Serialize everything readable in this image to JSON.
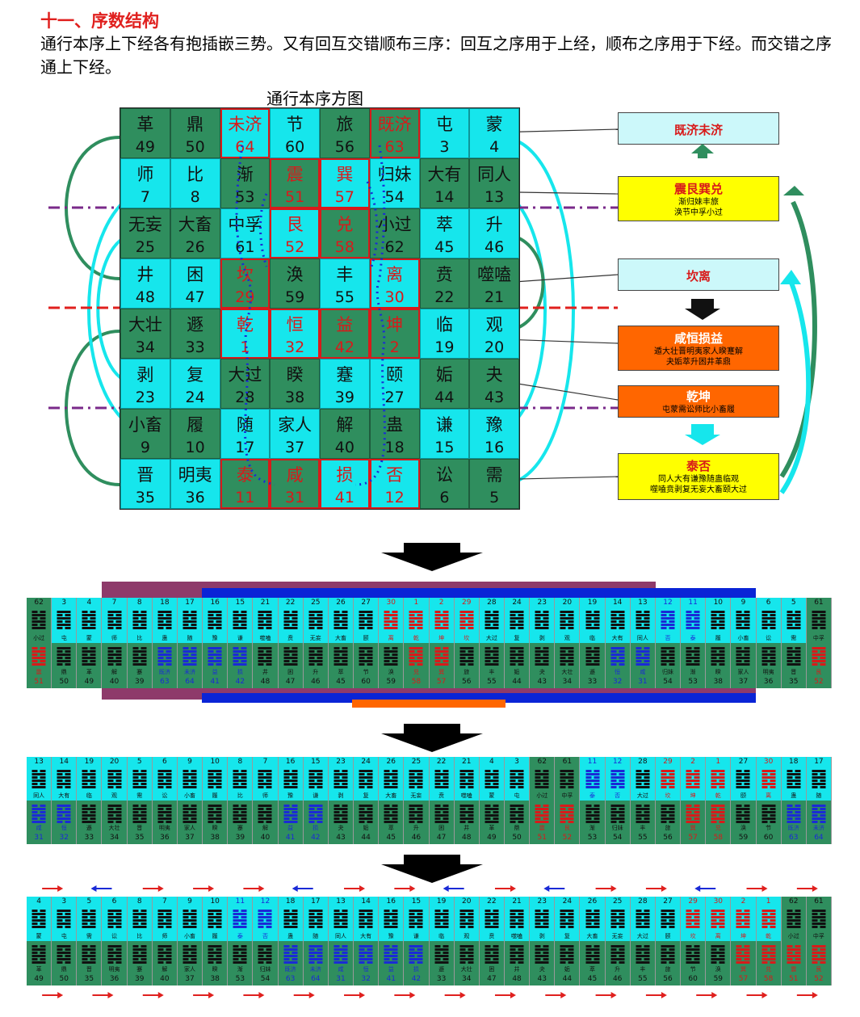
{
  "section_title": "十一、序数结构",
  "intro_text": "通行本序上下经各有抱插嵌三势。又有回互交错顺布三序：回互之序用于上经，顺布之序用于下经。而交错之序通上下经。",
  "figure_title": "通行本序方图",
  "grid": [
    [
      {
        "n": "革",
        "v": "49",
        "bg": "g",
        "col": "blk"
      },
      {
        "n": "鼎",
        "v": "50",
        "bg": "g",
        "col": "blk"
      },
      {
        "n": "未济",
        "v": "64",
        "bg": "c",
        "col": "red",
        "hl": true
      },
      {
        "n": "节",
        "v": "60",
        "bg": "c",
        "col": "blk"
      },
      {
        "n": "旅",
        "v": "56",
        "bg": "g",
        "col": "blk"
      },
      {
        "n": "既济",
        "v": "63",
        "bg": "g",
        "col": "red",
        "hl": true
      },
      {
        "n": "屯",
        "v": "3",
        "bg": "c",
        "col": "blk"
      },
      {
        "n": "蒙",
        "v": "4",
        "bg": "c",
        "col": "blk"
      }
    ],
    [
      {
        "n": "师",
        "v": "7",
        "bg": "c",
        "col": "blk"
      },
      {
        "n": "比",
        "v": "8",
        "bg": "c",
        "col": "blk"
      },
      {
        "n": "渐",
        "v": "53",
        "bg": "g",
        "col": "blk"
      },
      {
        "n": "震",
        "v": "51",
        "bg": "g",
        "col": "red",
        "hl": true
      },
      {
        "n": "巽",
        "v": "57",
        "bg": "c",
        "col": "red",
        "hl": true
      },
      {
        "n": "归妹",
        "v": "54",
        "bg": "c",
        "col": "blk"
      },
      {
        "n": "大有",
        "v": "14",
        "bg": "g",
        "col": "blk"
      },
      {
        "n": "同人",
        "v": "13",
        "bg": "g",
        "col": "blk"
      }
    ],
    [
      {
        "n": "无妄",
        "v": "25",
        "bg": "g",
        "col": "blk"
      },
      {
        "n": "大畜",
        "v": "26",
        "bg": "g",
        "col": "blk"
      },
      {
        "n": "中孚",
        "v": "61",
        "bg": "c",
        "col": "blk"
      },
      {
        "n": "艮",
        "v": "52",
        "bg": "c",
        "col": "red",
        "hl": true
      },
      {
        "n": "兑",
        "v": "58",
        "bg": "g",
        "col": "red",
        "hl": true
      },
      {
        "n": "小过",
        "v": "62",
        "bg": "g",
        "col": "blk"
      },
      {
        "n": "萃",
        "v": "45",
        "bg": "c",
        "col": "blk"
      },
      {
        "n": "升",
        "v": "46",
        "bg": "c",
        "col": "blk"
      }
    ],
    [
      {
        "n": "井",
        "v": "48",
        "bg": "c",
        "col": "blk"
      },
      {
        "n": "困",
        "v": "47",
        "bg": "c",
        "col": "blk"
      },
      {
        "n": "坎",
        "v": "29",
        "bg": "g",
        "col": "red",
        "hl": true
      },
      {
        "n": "涣",
        "v": "59",
        "bg": "g",
        "col": "blk"
      },
      {
        "n": "丰",
        "v": "55",
        "bg": "c",
        "col": "blk"
      },
      {
        "n": "离",
        "v": "30",
        "bg": "c",
        "col": "red",
        "hl": true
      },
      {
        "n": "贲",
        "v": "22",
        "bg": "g",
        "col": "blk"
      },
      {
        "n": "噬嗑",
        "v": "21",
        "bg": "g",
        "col": "blk"
      }
    ],
    [
      {
        "n": "大壮",
        "v": "34",
        "bg": "g",
        "col": "blk"
      },
      {
        "n": "遯",
        "v": "33",
        "bg": "g",
        "col": "blk"
      },
      {
        "n": "乾",
        "v": "1",
        "bg": "c",
        "col": "red",
        "hl": true
      },
      {
        "n": "恒",
        "v": "32",
        "bg": "c",
        "col": "red",
        "hl": true
      },
      {
        "n": "益",
        "v": "42",
        "bg": "g",
        "col": "red",
        "hl": true
      },
      {
        "n": "坤",
        "v": "2",
        "bg": "g",
        "col": "red",
        "hl": true
      },
      {
        "n": "临",
        "v": "19",
        "bg": "c",
        "col": "blk"
      },
      {
        "n": "观",
        "v": "20",
        "bg": "c",
        "col": "blk"
      }
    ],
    [
      {
        "n": "剥",
        "v": "23",
        "bg": "c",
        "col": "blk"
      },
      {
        "n": "复",
        "v": "24",
        "bg": "c",
        "col": "blk"
      },
      {
        "n": "大过",
        "v": "28",
        "bg": "g",
        "col": "blk"
      },
      {
        "n": "睽",
        "v": "38",
        "bg": "g",
        "col": "blk"
      },
      {
        "n": "蹇",
        "v": "39",
        "bg": "c",
        "col": "blk"
      },
      {
        "n": "颐",
        "v": "27",
        "bg": "c",
        "col": "blk"
      },
      {
        "n": "姤",
        "v": "44",
        "bg": "g",
        "col": "blk"
      },
      {
        "n": "夬",
        "v": "43",
        "bg": "g",
        "col": "blk"
      }
    ],
    [
      {
        "n": "小畜",
        "v": "9",
        "bg": "g",
        "col": "blk"
      },
      {
        "n": "履",
        "v": "10",
        "bg": "g",
        "col": "blk"
      },
      {
        "n": "随",
        "v": "17",
        "bg": "c",
        "col": "blk"
      },
      {
        "n": "家人",
        "v": "37",
        "bg": "c",
        "col": "blk"
      },
      {
        "n": "解",
        "v": "40",
        "bg": "g",
        "col": "blk"
      },
      {
        "n": "蛊",
        "v": "18",
        "bg": "g",
        "col": "blk"
      },
      {
        "n": "谦",
        "v": "15",
        "bg": "c",
        "col": "blk"
      },
      {
        "n": "豫",
        "v": "16",
        "bg": "c",
        "col": "blk"
      }
    ],
    [
      {
        "n": "晋",
        "v": "35",
        "bg": "c",
        "col": "blk"
      },
      {
        "n": "明夷",
        "v": "36",
        "bg": "c",
        "col": "blk"
      },
      {
        "n": "泰",
        "v": "11",
        "bg": "g",
        "col": "red",
        "hl": true
      },
      {
        "n": "咸",
        "v": "31",
        "bg": "g",
        "col": "red",
        "hl": true
      },
      {
        "n": "损",
        "v": "41",
        "bg": "c",
        "col": "red",
        "hl": true
      },
      {
        "n": "否",
        "v": "12",
        "bg": "c",
        "col": "red",
        "hl": true
      },
      {
        "n": "讼",
        "v": "6",
        "bg": "g",
        "col": "blk"
      },
      {
        "n": "需",
        "v": "5",
        "bg": "g",
        "col": "blk"
      }
    ]
  ],
  "side_boxes": [
    {
      "title": "既济未济",
      "sub": []
    },
    {
      "title": "震艮巽兑",
      "sub": [
        "渐归妹丰旅",
        "涣节中孚小过"
      ]
    },
    {
      "title": "坎离",
      "sub": []
    },
    {
      "title": "咸恒损益",
      "sub": [
        "遁大壮晋明夷家人睽蹇解",
        "夬姤萃升困井革鼎"
      ]
    },
    {
      "title": "乾坤",
      "sub": [
        "屯蒙需讼师比小畜履"
      ]
    },
    {
      "title": "泰否",
      "sub": [
        "同人大有谦豫随蛊临观",
        "噬嗑贲剥复无妄大畜颐大过"
      ]
    }
  ],
  "colors": {
    "green": "#2f8e5e",
    "cyan": "#16e6ec",
    "red": "#d81a1a",
    "yellow": "#ffff00",
    "orange": "#ff6600",
    "lightcyan": "#ccf8fa",
    "purple": "#7a2a8a",
    "blue": "#0a24d6"
  },
  "strip1_top_nums": [
    "62",
    "3",
    "4",
    "7",
    "8",
    "18",
    "17",
    "16",
    "15",
    "21",
    "22",
    "25",
    "26",
    "27",
    "30",
    "1",
    "2",
    "29",
    "28",
    "24",
    "23",
    "20",
    "19",
    "14",
    "13",
    "12",
    "11",
    "10",
    "9",
    "6",
    "5",
    "61"
  ],
  "strip1_top_names": [
    "小过",
    "屯",
    "蒙",
    "师",
    "比",
    "蛊",
    "随",
    "豫",
    "谦",
    "噬嗑",
    "贲",
    "无妄",
    "大畜",
    "颐",
    "离",
    "乾",
    "坤",
    "坎",
    "大过",
    "复",
    "剥",
    "观",
    "临",
    "大有",
    "同人",
    "否",
    "泰",
    "履",
    "小畜",
    "讼",
    "需",
    "中孚"
  ],
  "strip1_bot_names": [
    "震",
    "鼎",
    "革",
    "解",
    "蹇",
    "既济",
    "未济",
    "益",
    "损",
    "井",
    "困",
    "升",
    "萃",
    "节",
    "涣",
    "兑",
    "巽",
    "旅",
    "丰",
    "姤",
    "夬",
    "大壮",
    "遯",
    "恒",
    "咸",
    "归妹",
    "渐",
    "睽",
    "家人",
    "明夷",
    "晋",
    "艮"
  ],
  "strip1_bot_nums": [
    "51",
    "50",
    "49",
    "40",
    "39",
    "63",
    "64",
    "41",
    "42",
    "48",
    "47",
    "46",
    "45",
    "60",
    "59",
    "58",
    "57",
    "56",
    "55",
    "44",
    "43",
    "34",
    "33",
    "32",
    "31",
    "54",
    "53",
    "38",
    "37",
    "36",
    "35",
    "52"
  ],
  "strip2_top_nums": [
    "13",
    "14",
    "19",
    "20",
    "5",
    "6",
    "9",
    "10",
    "8",
    "7",
    "16",
    "15",
    "23",
    "24",
    "26",
    "25",
    "22",
    "21",
    "4",
    "3",
    "62",
    "61",
    "11",
    "12",
    "28",
    "29",
    "2",
    "1",
    "27",
    "30",
    "18",
    "17"
  ],
  "strip2_top_names": [
    "同人",
    "大有",
    "临",
    "观",
    "需",
    "讼",
    "小畜",
    "履",
    "比",
    "师",
    "豫",
    "谦",
    "剥",
    "复",
    "大畜",
    "无妄",
    "贲",
    "噬嗑",
    "蒙",
    "屯",
    "小过",
    "中孚",
    "泰",
    "否",
    "大过",
    "坎",
    "坤",
    "乾",
    "颐",
    "离",
    "蛊",
    "随"
  ],
  "strip2_bot_names": [
    "咸",
    "恒",
    "遯",
    "大壮",
    "晋",
    "明夷",
    "家人",
    "睽",
    "蹇",
    "解",
    "益",
    "损",
    "夬",
    "姤",
    "萃",
    "升",
    "困",
    "井",
    "革",
    "鼎",
    "震",
    "艮",
    "渐",
    "归妹",
    "丰",
    "旅",
    "巽",
    "兑",
    "涣",
    "节",
    "既济",
    "未济"
  ],
  "strip2_bot_nums": [
    "31",
    "32",
    "33",
    "34",
    "35",
    "36",
    "37",
    "38",
    "39",
    "40",
    "41",
    "42",
    "43",
    "44",
    "45",
    "46",
    "47",
    "48",
    "49",
    "50",
    "51",
    "52",
    "53",
    "54",
    "55",
    "56",
    "57",
    "58",
    "59",
    "60",
    "63",
    "64"
  ],
  "strip3_top_nums": [
    "4",
    "3",
    "5",
    "6",
    "8",
    "7",
    "9",
    "10",
    "11",
    "12",
    "18",
    "17",
    "13",
    "14",
    "16",
    "15",
    "19",
    "20",
    "22",
    "21",
    "23",
    "24",
    "26",
    "25",
    "28",
    "27",
    "29",
    "30",
    "2",
    "1",
    "62",
    "61"
  ],
  "strip3_top_names": [
    "蒙",
    "屯",
    "需",
    "讼",
    "比",
    "师",
    "小畜",
    "履",
    "泰",
    "否",
    "蛊",
    "随",
    "同人",
    "大有",
    "豫",
    "谦",
    "临",
    "观",
    "贲",
    "噬嗑",
    "剥",
    "复",
    "大畜",
    "无妄",
    "大过",
    "颐",
    "坎",
    "离",
    "坤",
    "乾",
    "小过",
    "中孚"
  ],
  "strip3_bot_names": [
    "革",
    "鼎",
    "晋",
    "明夷",
    "蹇",
    "解",
    "家人",
    "睽",
    "渐",
    "归妹",
    "既济",
    "未济",
    "咸",
    "恒",
    "益",
    "损",
    "遯",
    "大壮",
    "困",
    "井",
    "夬",
    "姤",
    "萃",
    "升",
    "丰",
    "旅",
    "节",
    "涣",
    "巽",
    "兑",
    "震",
    "艮"
  ],
  "strip3_bot_nums": [
    "49",
    "50",
    "35",
    "36",
    "39",
    "40",
    "37",
    "38",
    "53",
    "54",
    "63",
    "64",
    "31",
    "32",
    "41",
    "42",
    "33",
    "34",
    "47",
    "48",
    "43",
    "44",
    "45",
    "46",
    "55",
    "56",
    "60",
    "59",
    "57",
    "58",
    "51",
    "52"
  ]
}
